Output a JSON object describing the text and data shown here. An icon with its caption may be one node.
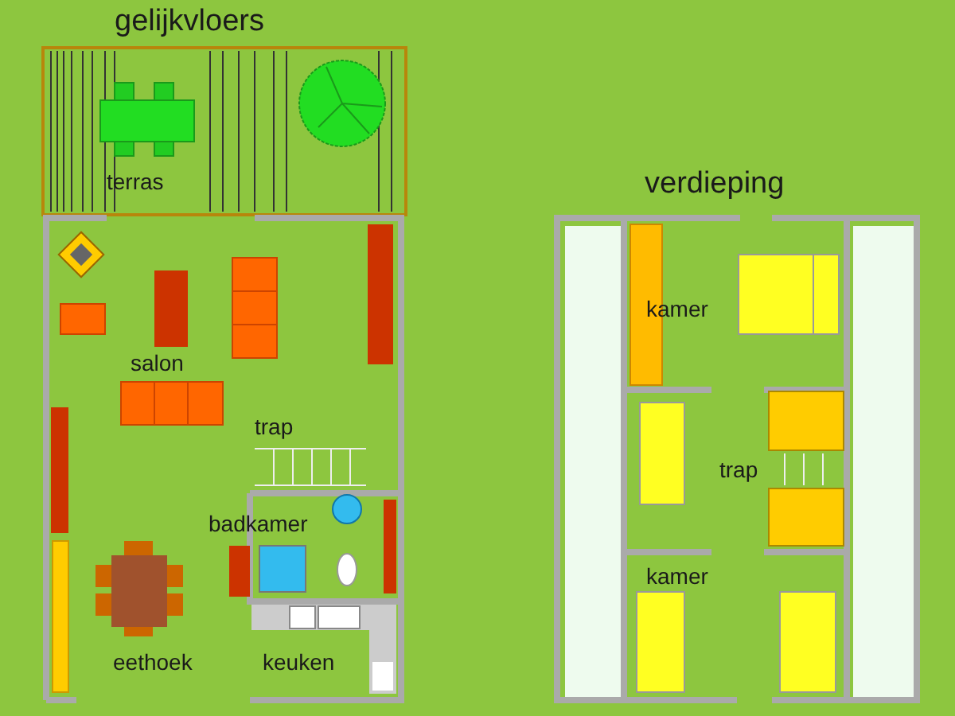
{
  "diagram": {
    "labels": [
      "gelijkvloers",
      "verdieping",
      "terras",
      "kamer",
      "salon",
      "trap",
      "trap",
      "badkamer",
      "kamer",
      "eethoek",
      "keuken"
    ]
  }
}
